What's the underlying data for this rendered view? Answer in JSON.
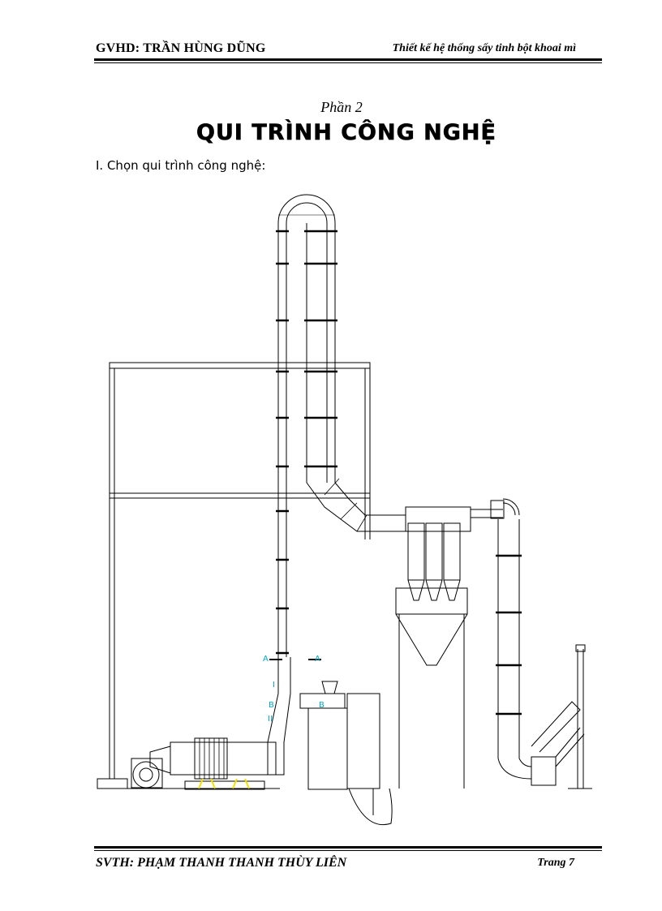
{
  "header": {
    "supervisor": "GVHD: TRẦN HÙNG DŨNG",
    "thesis_title": "Thiết kế hệ thống sấy tinh bột khoai mì"
  },
  "part": {
    "label": "Phần 2",
    "title": "QUI TRÌNH CÔNG NGHỆ"
  },
  "section": {
    "heading": "I. Chọn qui trình công nghệ:"
  },
  "diagram": {
    "labels": {
      "section_a": "A",
      "mark_b": "B",
      "mark_i": "I",
      "mark_ii": "II"
    }
  },
  "footer": {
    "student": "SVTH: PHẠM THANH THANH THÙY LIÊN",
    "page": "Trang 7"
  },
  "colors": {
    "line": "#000000",
    "annotation": "#00a9c6",
    "highlight": "#f2e200"
  }
}
